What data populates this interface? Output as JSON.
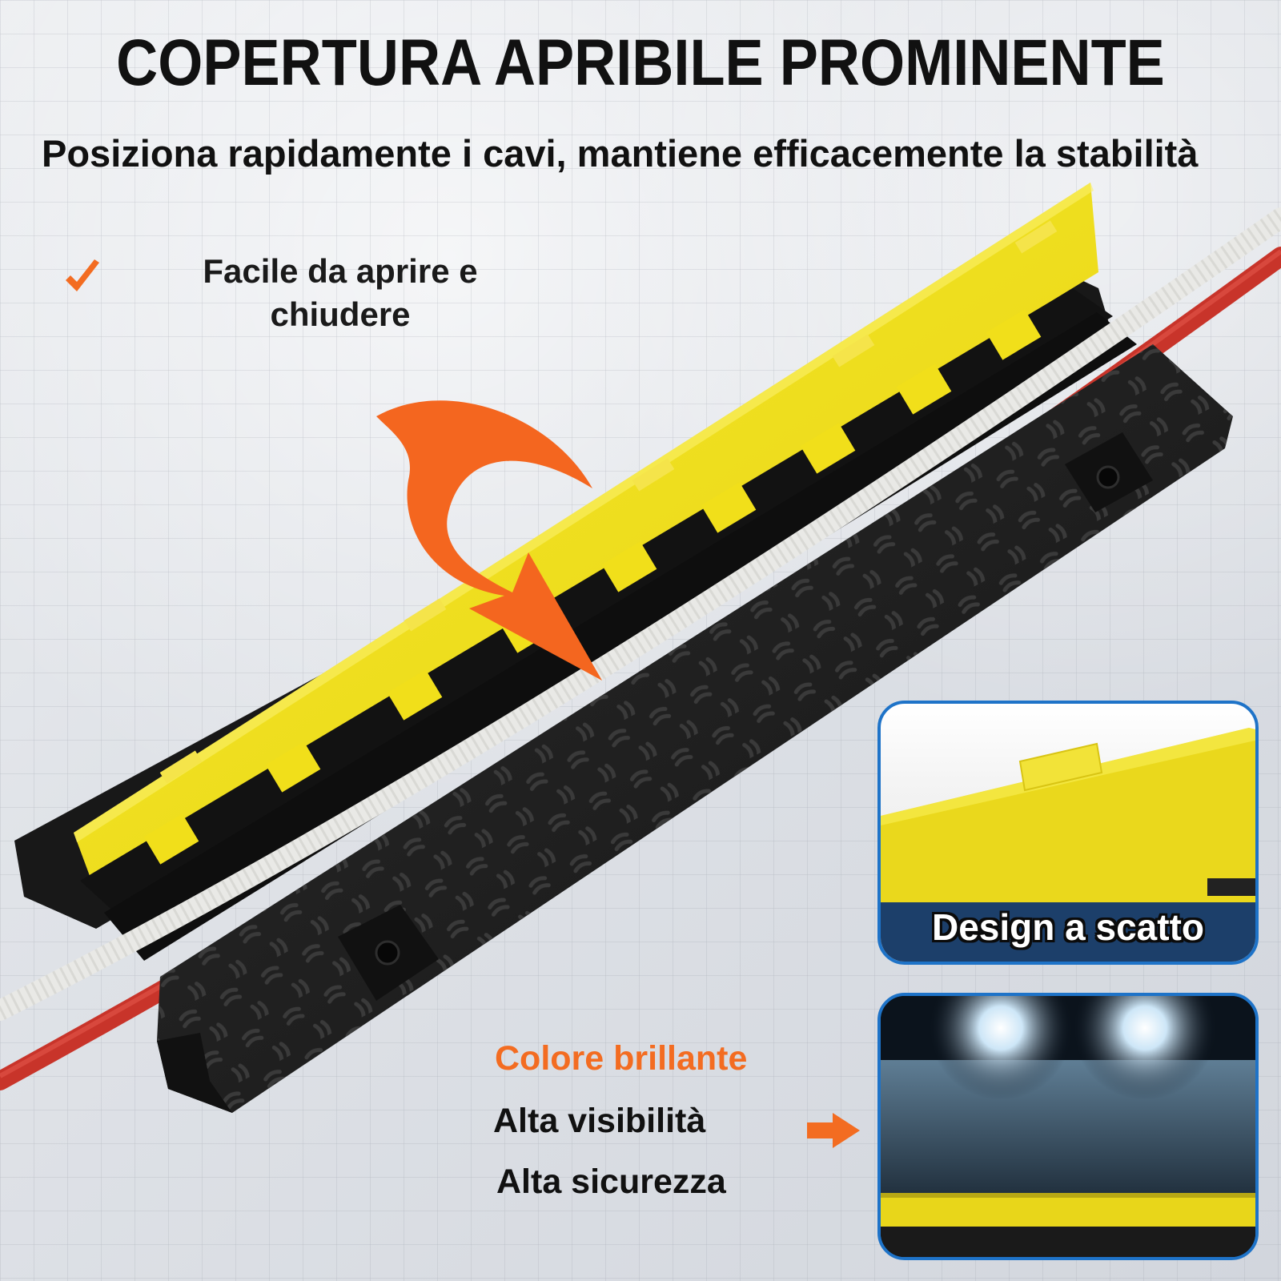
{
  "headline": "COPERTURA APRIBILE PROMINENTE",
  "subheadline": "Posiziona rapidamente i cavi, mantiene efficacemente la stabilità",
  "feature_open_close": {
    "icon": "checkmark-icon",
    "line1": "Facile da aprire e",
    "line2": "chiudere"
  },
  "snap_card": {
    "caption": "Design a scatto"
  },
  "visibility": {
    "label_orange": "Colore brillante",
    "label_1": "Alta visibilità",
    "label_2": "Alta sicurezza",
    "pointer_icon": "arrow-right-icon"
  },
  "colors": {
    "accent_orange": "#f36c21",
    "cover_yellow": "#f2e21a",
    "ramp_black": "#1b1b1b",
    "card_border_blue": "#1e73c8",
    "cable_red": "#c8342a",
    "cable_white": "#e9e9e6"
  }
}
